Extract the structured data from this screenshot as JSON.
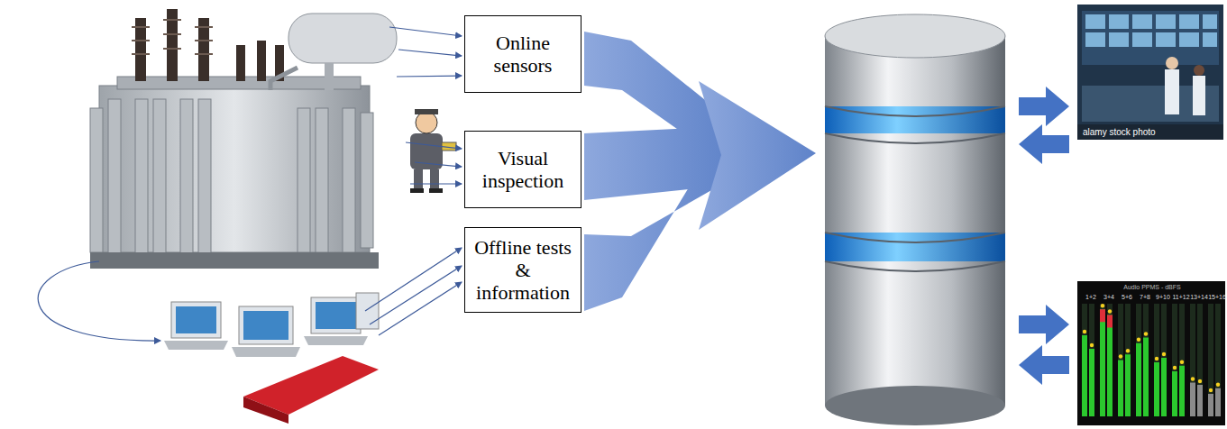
{
  "diagram": {
    "nodes": [
      {
        "text": [
          "Online sensors"
        ]
      },
      {
        "text": [
          "Visual inspection"
        ]
      },
      {
        "text": [
          "Offline tests & information"
        ]
      }
    ],
    "labels": [
      "alamy stock photo",
      "Audio PPMS - dBFS",
      "1+2",
      "3+4",
      "5+6",
      "7+8",
      "9+10",
      "11+12",
      "13+14",
      "15+16"
    ]
  }
}
